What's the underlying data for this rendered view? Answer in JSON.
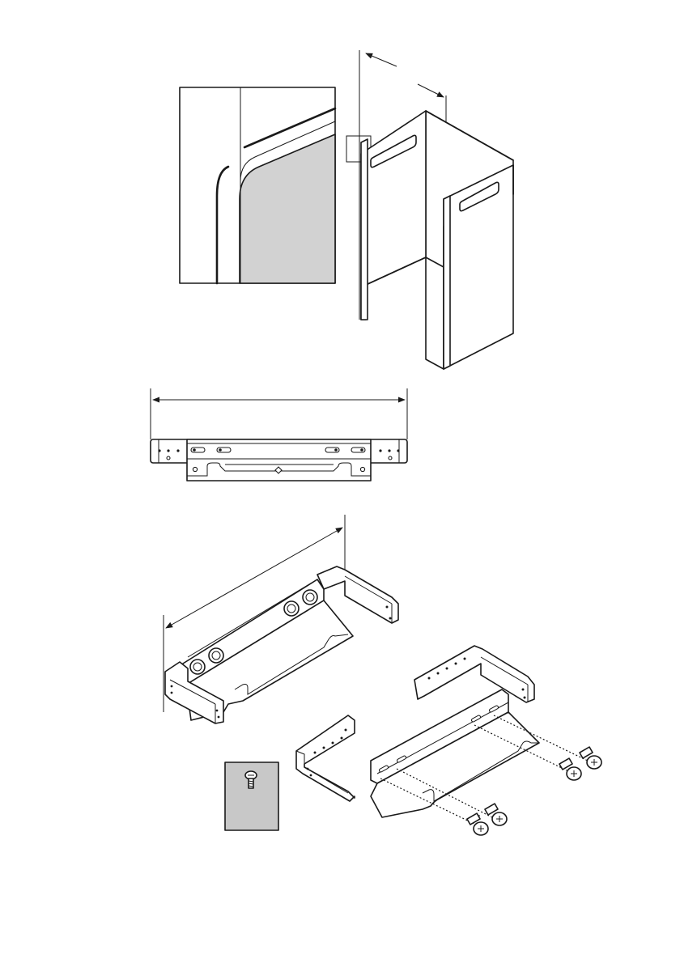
{
  "figures": [
    {
      "name": "cabinet-with-detail",
      "callout": "corner-detail-inset"
    },
    {
      "name": "bracket-extended-front-view"
    },
    {
      "name": "bracket-assembly-isometric"
    },
    {
      "name": "bracket-parts-with-screws",
      "screw_count": 4
    }
  ],
  "colors": {
    "line": "#1a1a1a",
    "fill_grey": "#d2d2d2",
    "background": "#ffffff"
  }
}
